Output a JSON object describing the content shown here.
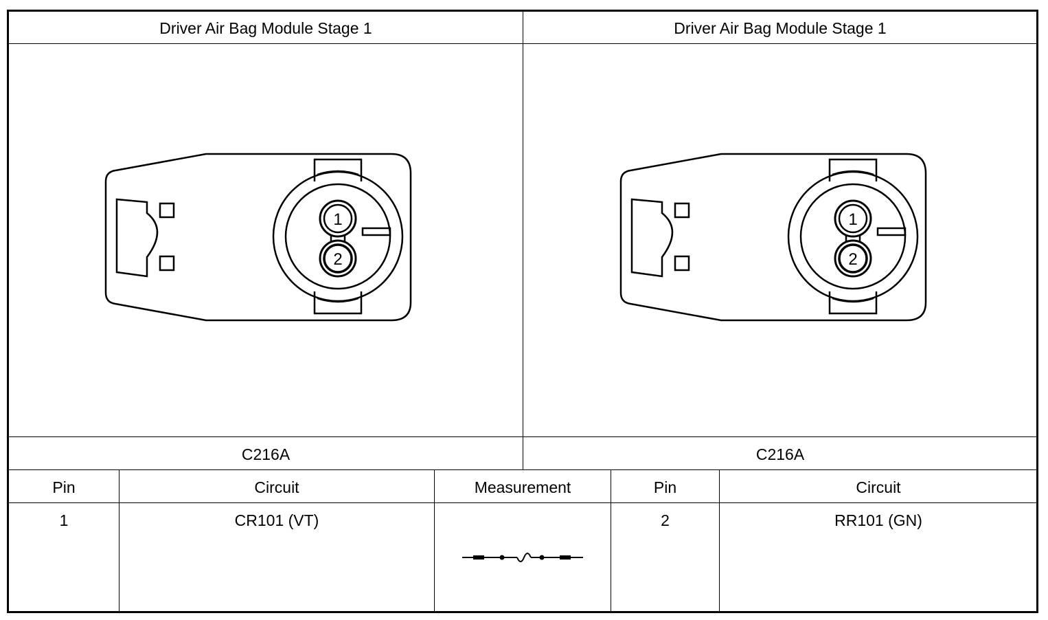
{
  "header": {
    "left_title": "Driver Air Bag Module Stage 1",
    "right_title": "Driver Air Bag Module Stage 1"
  },
  "connector": {
    "left_label": "C216A",
    "right_label": "C216A",
    "pin_labels": [
      "1",
      "2"
    ]
  },
  "table": {
    "columns": [
      "Pin",
      "Circuit",
      "Measurement",
      "Pin",
      "Circuit"
    ],
    "rows": [
      {
        "pin_a": "1",
        "circuit_a": "CR101 (VT)",
        "measurement": "resistance-symbol-icon",
        "pin_b": "2",
        "circuit_b": "RR101 (GN)"
      }
    ]
  }
}
